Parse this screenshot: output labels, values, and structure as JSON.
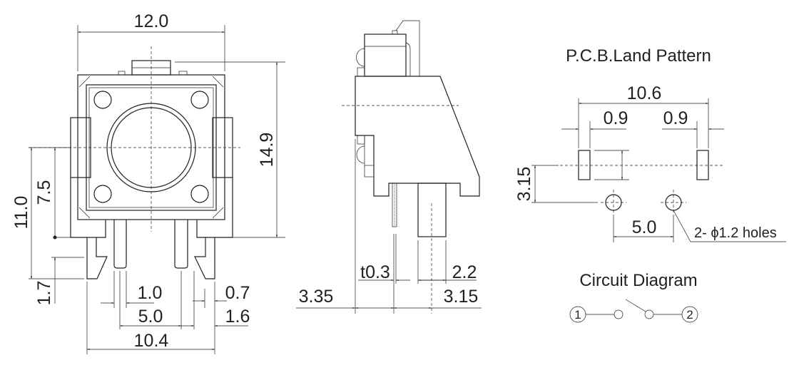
{
  "front_view": {
    "width": "12.0",
    "height": "14.9",
    "pin_height": "11.0",
    "center_height": "7.5",
    "snap_height": "1.7",
    "pin_width": "1.0",
    "pin_pitch": "5.0",
    "leg_span": "10.4",
    "snap_width": "0.7",
    "pin_to_leg": "1.6"
  },
  "side_view": {
    "thickness": "t0.3",
    "pin_width": "2.2",
    "offset_left": "3.35",
    "offset_right": "3.15"
  },
  "pcb": {
    "title": "P.C.B.Land Pattern",
    "pad_span": "10.6",
    "pad_width_left": "0.9",
    "pad_width_right": "0.9",
    "row_offset": "3.15",
    "hole_pitch": "5.0",
    "holes_note": "2- ϕ1.2 holes"
  },
  "circuit": {
    "title": "Circuit Diagram",
    "terminal_1": "1",
    "terminal_2": "2"
  }
}
